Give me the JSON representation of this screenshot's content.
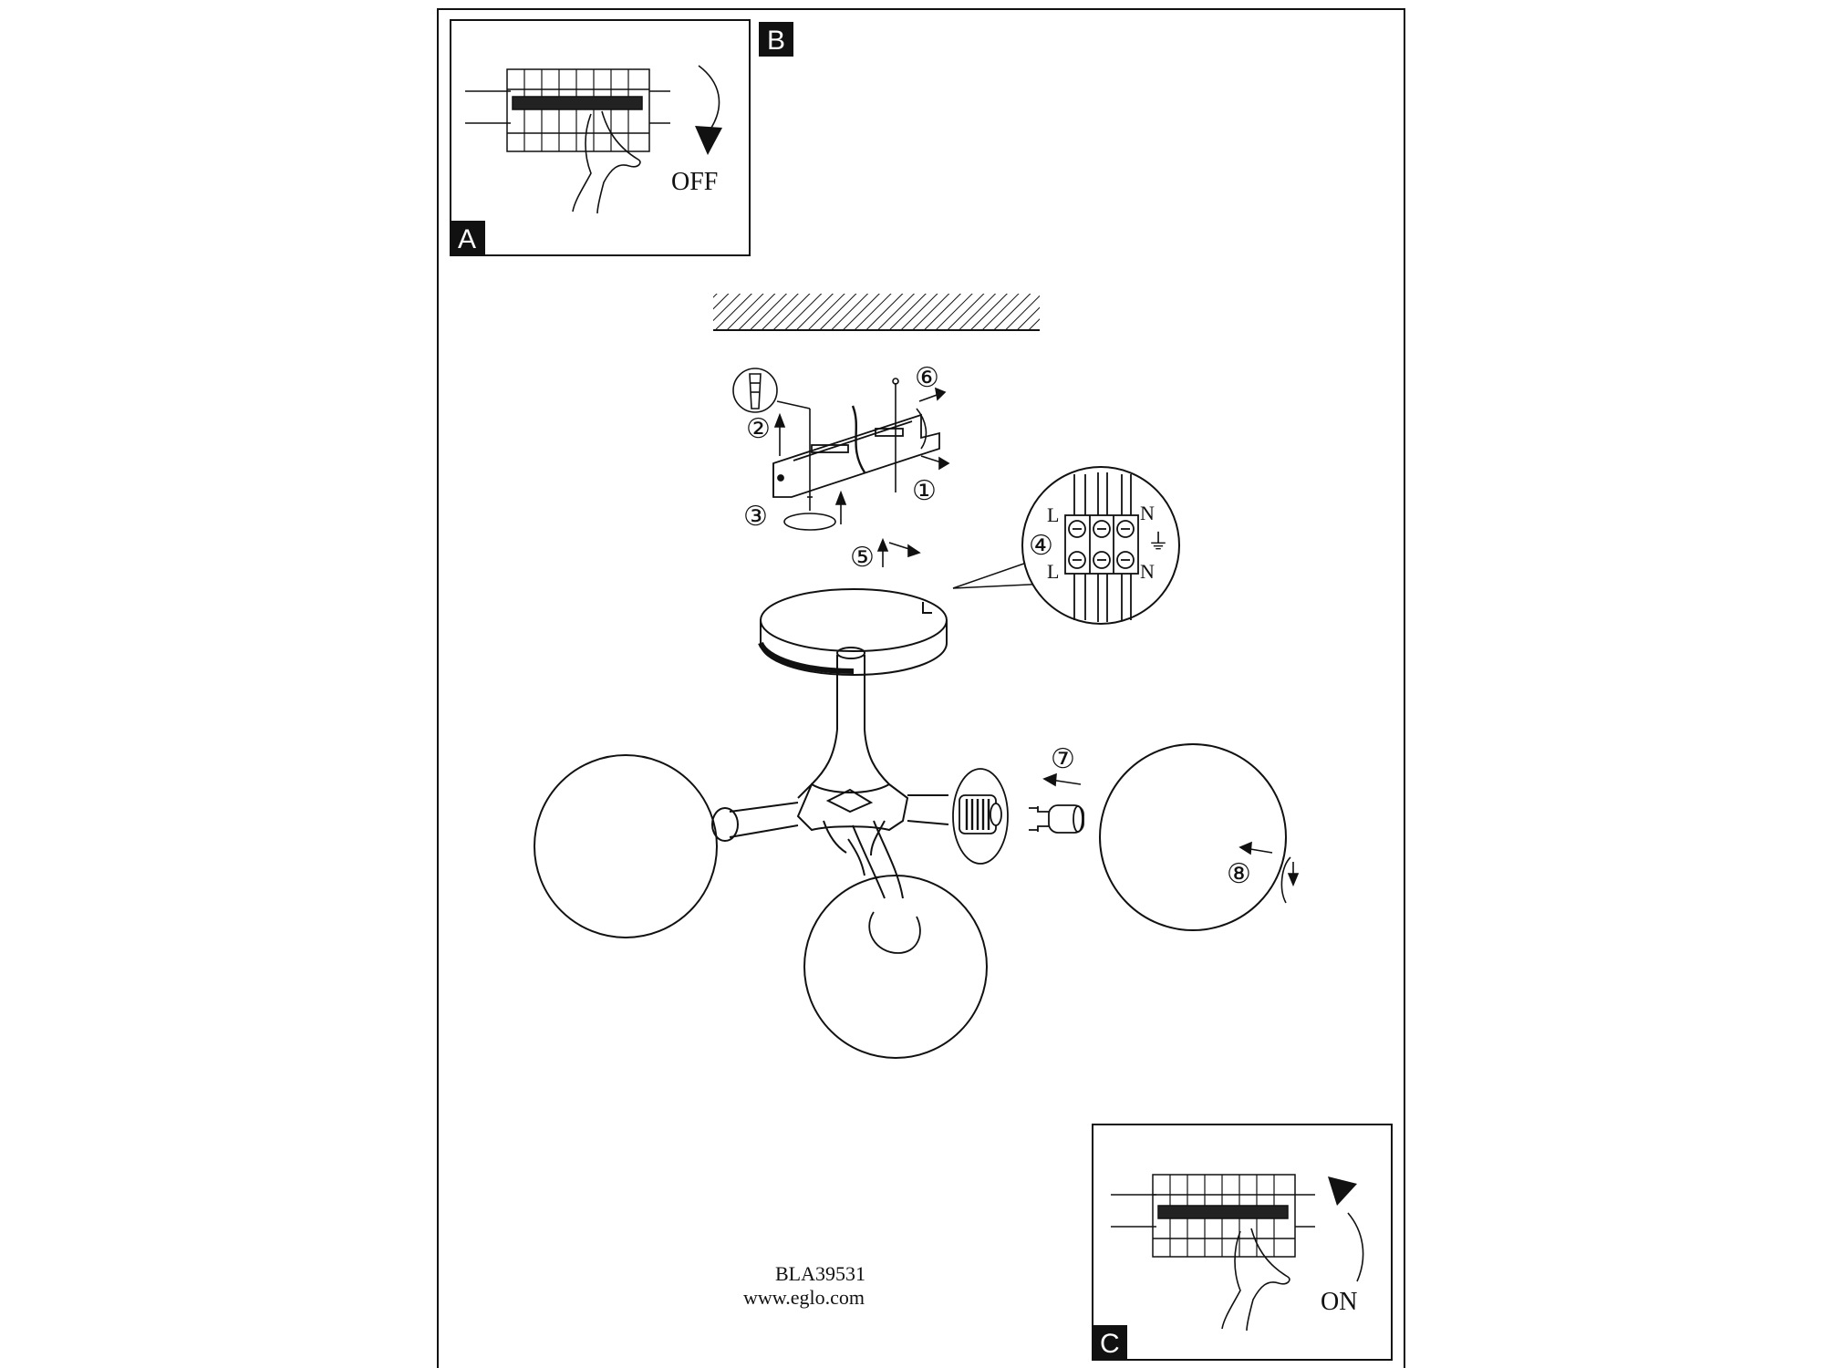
{
  "panels": {
    "a_tag": "A",
    "b_tag": "B",
    "c_tag": "C",
    "off_label": "OFF",
    "on_label": "ON"
  },
  "steps": [
    "①",
    "②",
    "③",
    "④",
    "⑤",
    "⑥",
    "⑦",
    "⑧"
  ],
  "terminal": {
    "l_top": "L",
    "l_bottom": "L",
    "n_top": "N",
    "n_bottom": "N",
    "ground_symbol": "⏚"
  },
  "footer": {
    "model": "BLA39531",
    "url": "www.eglo.com"
  }
}
